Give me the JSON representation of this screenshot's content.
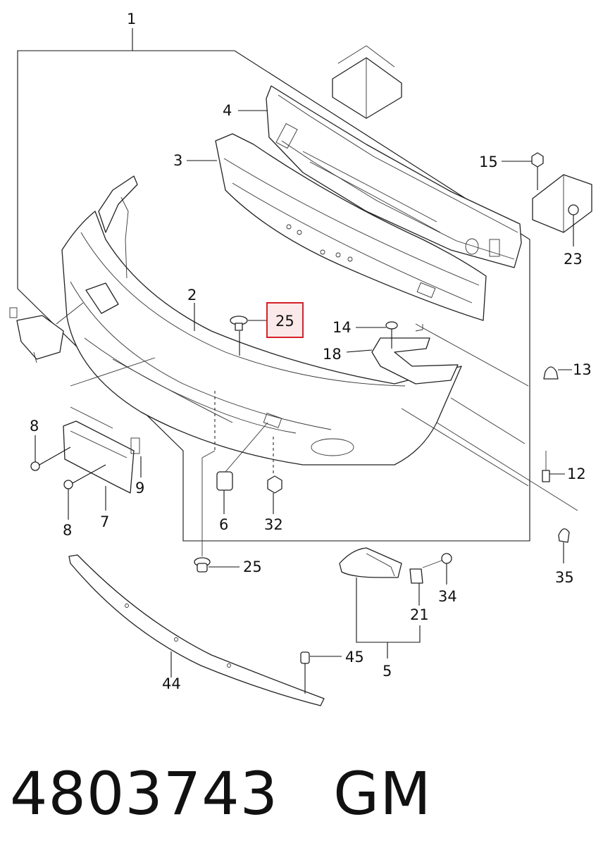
{
  "callouts": [
    {
      "id": "c1",
      "text": "1"
    },
    {
      "id": "c2",
      "text": "2"
    },
    {
      "id": "c3",
      "text": "3"
    },
    {
      "id": "c4",
      "text": "4"
    },
    {
      "id": "c5",
      "text": "5"
    },
    {
      "id": "c6",
      "text": "6"
    },
    {
      "id": "c7",
      "text": "7"
    },
    {
      "id": "c8a",
      "text": "8"
    },
    {
      "id": "c8b",
      "text": "8"
    },
    {
      "id": "c9",
      "text": "9"
    },
    {
      "id": "c12",
      "text": "12"
    },
    {
      "id": "c13",
      "text": "13"
    },
    {
      "id": "c14",
      "text": "14"
    },
    {
      "id": "c15",
      "text": "15"
    },
    {
      "id": "c18",
      "text": "18"
    },
    {
      "id": "c21",
      "text": "21"
    },
    {
      "id": "c23",
      "text": "23"
    },
    {
      "id": "c25a",
      "text": "25"
    },
    {
      "id": "c25b",
      "text": "25"
    },
    {
      "id": "c32",
      "text": "32"
    },
    {
      "id": "c34",
      "text": "34"
    },
    {
      "id": "c35",
      "text": "35"
    },
    {
      "id": "c44",
      "text": "44"
    },
    {
      "id": "c45",
      "text": "45"
    }
  ],
  "highlight": {
    "text": "25",
    "color": "#d6202a",
    "fill": "#fbe9ea"
  },
  "footer": {
    "part_number": "4803743",
    "brand": "GM"
  }
}
